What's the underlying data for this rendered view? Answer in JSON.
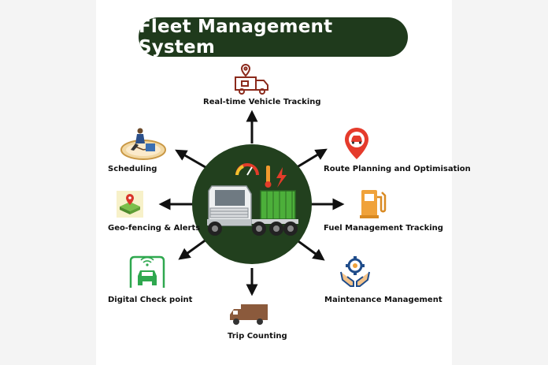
{
  "title": "Fleet Management System",
  "colors": {
    "title_bg": "#1f3a1c",
    "hub_bg": "#22401e",
    "arrow": "#111111"
  },
  "features": {
    "tracking": {
      "label": "Real-time Vehicle Tracking",
      "icon": "delivery-truck-location-icon"
    },
    "route": {
      "label": "Route Planning and Optimisation",
      "icon": "map-pin-car-icon"
    },
    "fuel": {
      "label": "Fuel Management Tracking",
      "icon": "fuel-pump-icon"
    },
    "maintenance": {
      "label": "Maintenance Management",
      "icon": "hands-gear-icon"
    },
    "trip": {
      "label": "Trip Counting",
      "icon": "delivery-truck-icon"
    },
    "checkpoint": {
      "label": "Digital Check point",
      "icon": "car-checkpoint-icon"
    },
    "geofence": {
      "label": "Geo-fencing & Alerts",
      "icon": "geofence-map-icon"
    },
    "scheduling": {
      "label": "Scheduling",
      "icon": "clock-calendar-person-icon"
    }
  },
  "hub_icon": "dump-truck-gauge-icon"
}
